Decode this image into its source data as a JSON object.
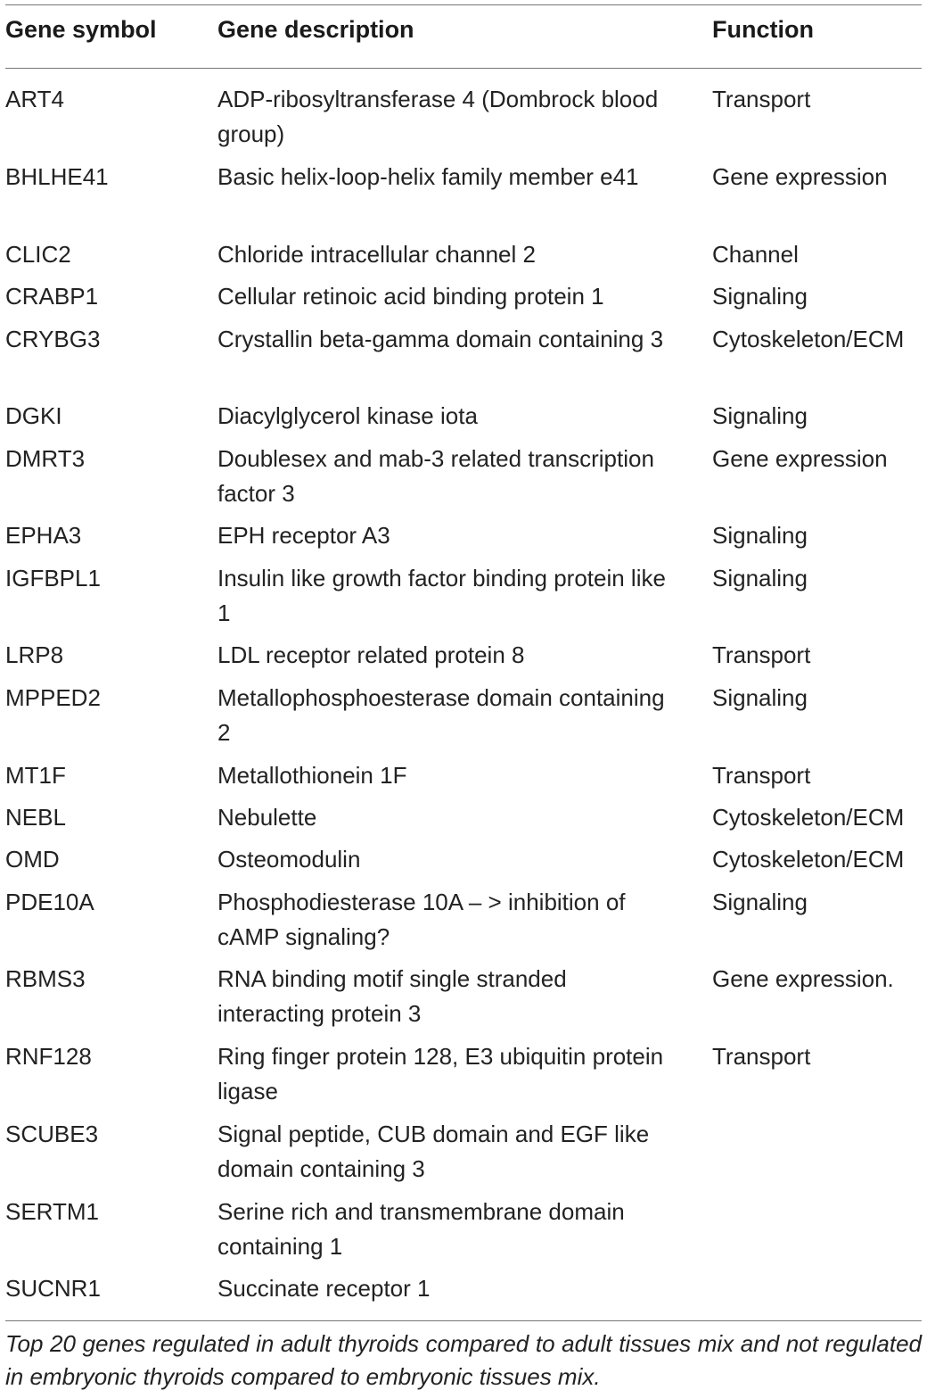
{
  "table": {
    "headers": {
      "symbol": "Gene symbol",
      "description": "Gene description",
      "function": "Function"
    },
    "rows": [
      {
        "symbol": "ART4",
        "description": "ADP-ribosyltransferase 4 (Dombrock blood group)",
        "function": "Transport"
      },
      {
        "symbol": "BHLHE41",
        "description": "Basic helix-loop-helix family member e41",
        "function": "Gene expression"
      },
      {
        "symbol": "CLIC2",
        "description": "Chloride intracellular channel 2",
        "function": "Channel"
      },
      {
        "symbol": "CRABP1",
        "description": "Cellular retinoic acid binding protein 1",
        "function": "Signaling"
      },
      {
        "symbol": "CRYBG3",
        "description": "Crystallin beta-gamma domain containing 3",
        "function": "Cytoskeleton/ECM"
      },
      {
        "symbol": "DGKI",
        "description": "Diacylglycerol kinase iota",
        "function": "Signaling"
      },
      {
        "symbol": "DMRT3",
        "description": "Doublesex and mab-3 related transcription factor 3",
        "function": "Gene expression"
      },
      {
        "symbol": "EPHA3",
        "description": "EPH receptor A3",
        "function": "Signaling"
      },
      {
        "symbol": "IGFBPL1",
        "description": "Insulin like growth factor binding protein like 1",
        "function": "Signaling"
      },
      {
        "symbol": "LRP8",
        "description": "LDL receptor related protein 8",
        "function": "Transport"
      },
      {
        "symbol": "MPPED2",
        "description": "Metallophosphoesterase domain containing 2",
        "function": "Signaling"
      },
      {
        "symbol": "MT1F",
        "description": "Metallothionein 1F",
        "function": "Transport"
      },
      {
        "symbol": "NEBL",
        "description": "Nebulette",
        "function": "Cytoskeleton/ECM"
      },
      {
        "symbol": "OMD",
        "description": "Osteomodulin",
        "function": "Cytoskeleton/ECM"
      },
      {
        "symbol": "PDE10A",
        "description": "Phosphodiesterase 10A – > inhibition of cAMP signaling?",
        "function": "Signaling"
      },
      {
        "symbol": "RBMS3",
        "description": "RNA binding motif single stranded interacting protein 3",
        "function": "Gene expression."
      },
      {
        "symbol": "RNF128",
        "description": "Ring finger protein 128, E3 ubiquitin protein ligase",
        "function": "Transport"
      },
      {
        "symbol": "SCUBE3",
        "description": "Signal peptide, CUB domain and EGF like domain containing 3",
        "function": ""
      },
      {
        "symbol": "SERTM1",
        "description": "Serine rich and transmembrane domain containing 1",
        "function": ""
      },
      {
        "symbol": "SUCNR1",
        "description": "Succinate receptor 1",
        "function": ""
      }
    ],
    "caption": "Top 20 genes regulated in adult thyroids compared to adult tissues mix and not regulated in embryonic thyroids compared to embryonic tissues mix."
  }
}
